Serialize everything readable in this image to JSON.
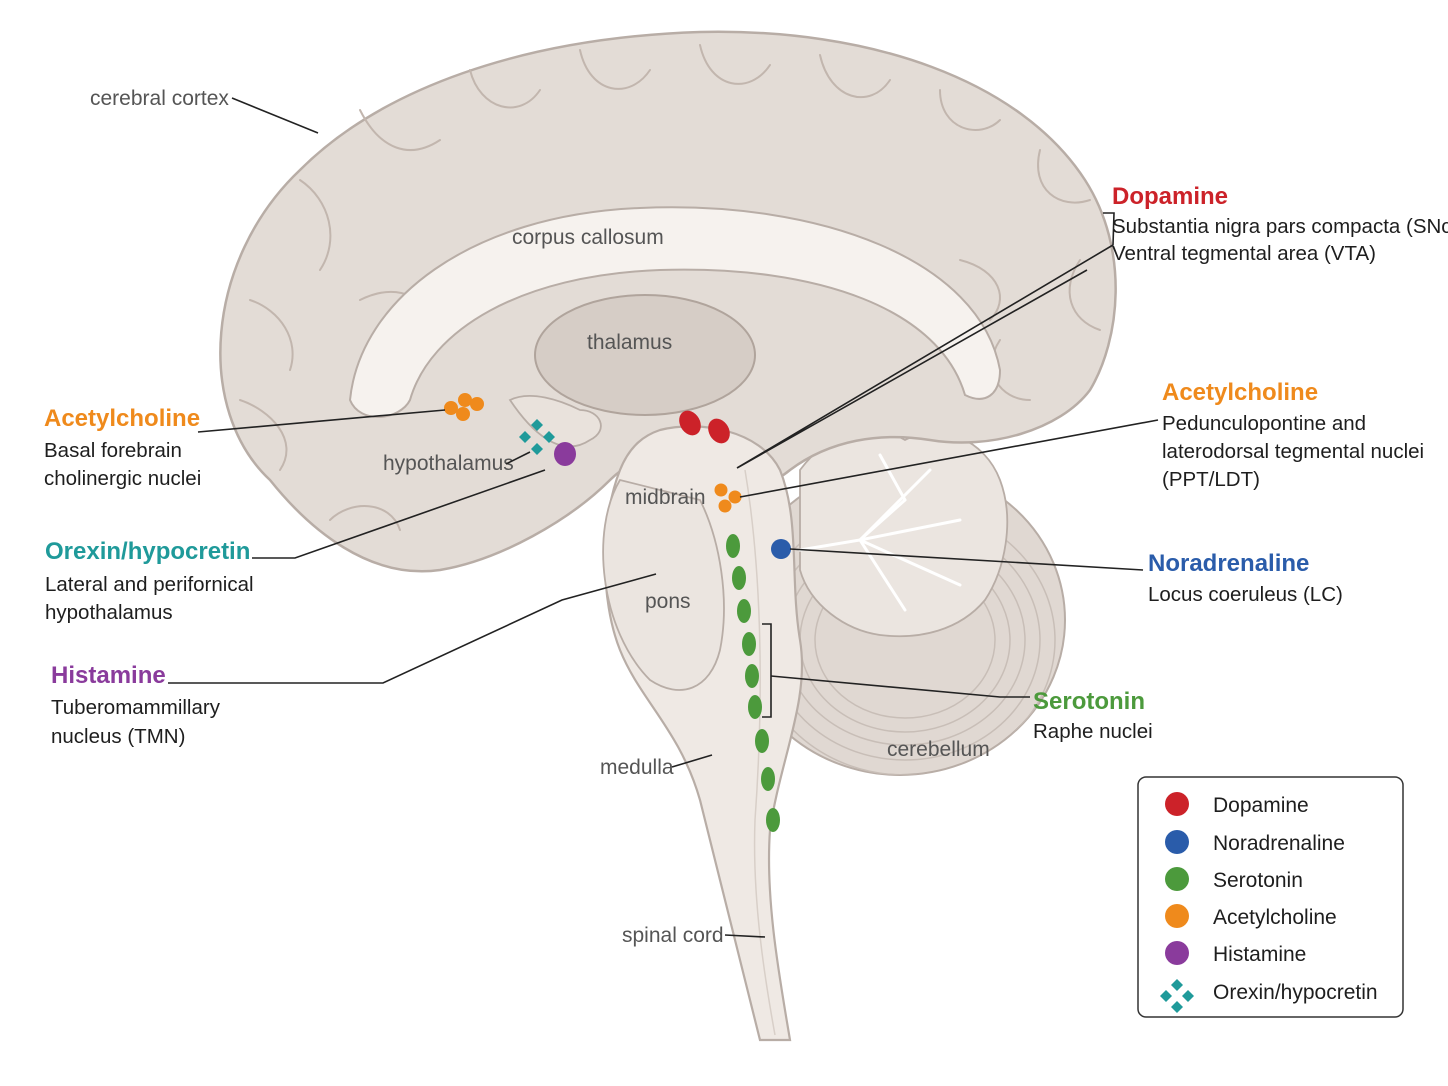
{
  "regions": {
    "cerebral_cortex": "cerebral cortex",
    "corpus_callosum": "corpus callosum",
    "thalamus": "thalamus",
    "hypothalamus": "hypothalamus",
    "midbrain": "midbrain",
    "pons": "pons",
    "medulla": "medulla",
    "spinal_cord": "spinal cord",
    "cerebellum": "cerebellum"
  },
  "systems": {
    "dopamine": {
      "title": "Dopamine",
      "lines": [
        "Substantia nigra pars compacta (SNc)",
        "Ventral tegmental area (VTA)"
      ],
      "color": "#cc2229"
    },
    "ach_pontine": {
      "title": "Acetylcholine",
      "lines": [
        "Pedunculopontine and",
        "laterodorsal tegmental nuclei",
        "(PPT/LDT)"
      ],
      "color": "#ef8a1c"
    },
    "noradrenaline": {
      "title": "Noradrenaline",
      "lines": [
        "Locus coeruleus (LC)"
      ],
      "color": "#2a5caa"
    },
    "serotonin": {
      "title": "Serotonin",
      "lines": [
        "Raphe nuclei"
      ],
      "color": "#4c9a3c"
    },
    "ach_forebrain": {
      "title": "Acetylcholine",
      "lines": [
        "Basal forebrain",
        "cholinergic nuclei"
      ],
      "color": "#ef8a1c"
    },
    "orexin": {
      "title": "Orexin/hypocretin",
      "lines": [
        "Lateral and perifornical",
        "hypothalamus"
      ],
      "color": "#1f9a9a"
    },
    "histamine": {
      "title": "Histamine",
      "lines": [
        "Tuberomammillary",
        "nucleus (TMN)"
      ],
      "color": "#8a3b9c"
    }
  },
  "legend": [
    {
      "label": "Dopamine",
      "color": "#cc2229",
      "icon": "circle"
    },
    {
      "label": "Noradrenaline",
      "color": "#2a5caa",
      "icon": "circle"
    },
    {
      "label": "Serotonin",
      "color": "#4c9a3c",
      "icon": "circle"
    },
    {
      "label": "Acetylcholine",
      "color": "#ef8a1c",
      "icon": "circle"
    },
    {
      "label": "Histamine",
      "color": "#8a3b9c",
      "icon": "circle"
    },
    {
      "label": "Orexin/hypocretin",
      "color": "#1f9a9a",
      "icon": "diamond-cluster"
    }
  ]
}
